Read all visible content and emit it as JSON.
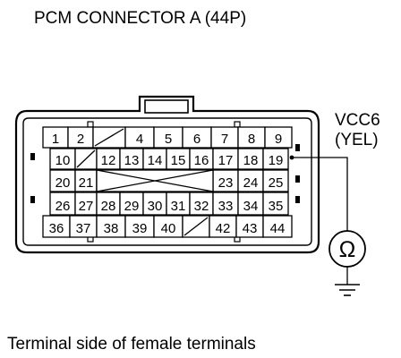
{
  "title": "PCM CONNECTOR A (44P)",
  "caption": "Terminal side of female terminals",
  "meter": {
    "terminal": "VCC6",
    "wire_color": "(YEL)",
    "symbol": "Ω"
  },
  "connector": {
    "rows": [
      {
        "pins": [
          "1",
          "2",
          "",
          "4",
          "5",
          "6",
          "7",
          "8",
          "9"
        ]
      },
      {
        "pins": [
          "10",
          "",
          "12",
          "13",
          "14",
          "15",
          "16",
          "17",
          "18",
          "19"
        ]
      },
      {
        "pins": [
          "20",
          "21",
          "",
          "",
          "",
          "",
          "",
          "23",
          "24",
          "25"
        ]
      },
      {
        "pins": [
          "26",
          "27",
          "28",
          "29",
          "30",
          "31",
          "32",
          "33",
          "34",
          "35"
        ]
      },
      {
        "pins": [
          "36",
          "37",
          "38",
          "39",
          "40",
          "",
          "42",
          "43",
          "44"
        ]
      }
    ]
  },
  "colors": {
    "ink": "#000000",
    "background": "#ffffff"
  }
}
